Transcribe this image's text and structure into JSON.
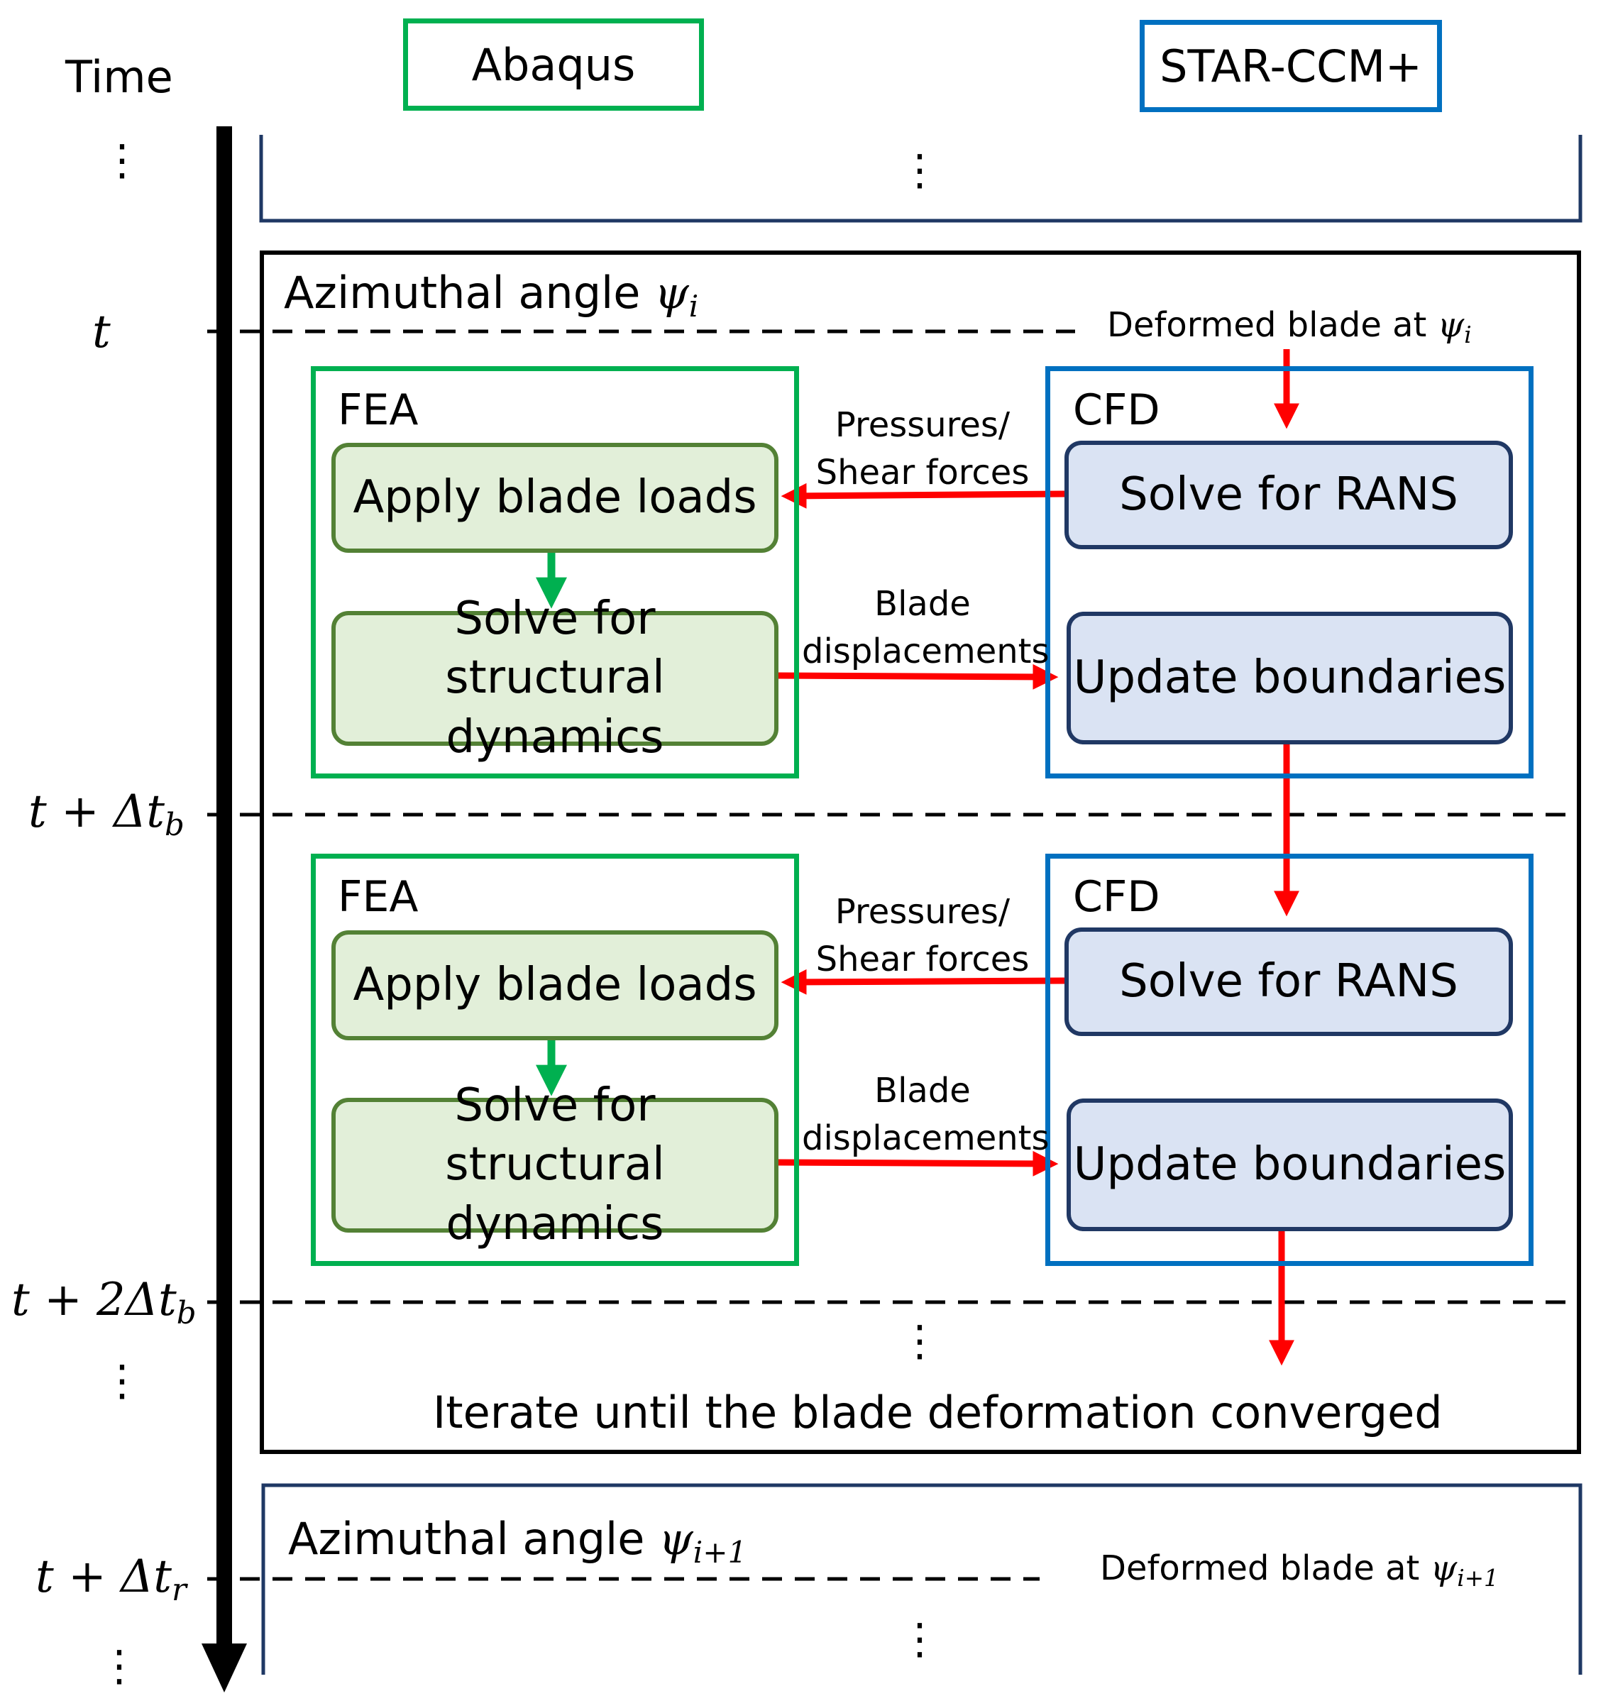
{
  "headers": {
    "time": "Time",
    "abaqus": "Abaqus",
    "starccm": "STAR-CCM+"
  },
  "timeline": {
    "t0": "t",
    "t1_base": "t + Δt",
    "t1_sub": "b",
    "t2_base": "t + 2Δt",
    "t2_sub": "b",
    "tr_base": "t + Δt",
    "tr_sub": "r",
    "ellipsis": "⋮"
  },
  "iteration_block": {
    "angle_prefix": "Azimuthal angle ",
    "angle_symbol": "ψ",
    "angle_sub": "i",
    "deformed_prefix": "Deformed blade at ",
    "deformed_sub": "i",
    "footer": "Iterate until the blade deformation converged"
  },
  "steps": [
    {
      "fea_label": "FEA",
      "apply_loads": "Apply blade loads",
      "solve_struct_line1": "Solve for",
      "solve_struct_line2": "structural dynamics",
      "cfd_label": "CFD",
      "solve_rans": "Solve for RANS",
      "update_bounds": "Update boundaries",
      "pressures_line1": "Pressures/",
      "pressures_line2": "Shear forces",
      "disp_line1": "Blade",
      "disp_line2": "displacements"
    },
    {
      "fea_label": "FEA",
      "apply_loads": "Apply blade loads",
      "solve_struct_line1": "Solve for",
      "solve_struct_line2": "structural dynamics",
      "cfd_label": "CFD",
      "solve_rans": "Solve for RANS",
      "update_bounds": "Update boundaries",
      "pressures_line1": "Pressures/",
      "pressures_line2": "Shear forces",
      "disp_line1": "Blade",
      "disp_line2": "displacements"
    }
  ],
  "next_block": {
    "angle_prefix": "Azimuthal angle ",
    "angle_symbol": "ψ",
    "angle_sub": "i+1",
    "deformed_prefix": "Deformed blade at ",
    "deformed_sub": "i+1"
  },
  "colors": {
    "abaqus_green": "#00b050",
    "star_blue": "#0070c0",
    "arrow_red": "#ff0000",
    "dark_navy": "#203864",
    "fea_pill_fill": "#e2efd9",
    "fea_pill_border": "#538135",
    "cfd_pill_fill": "#dae3f3"
  }
}
